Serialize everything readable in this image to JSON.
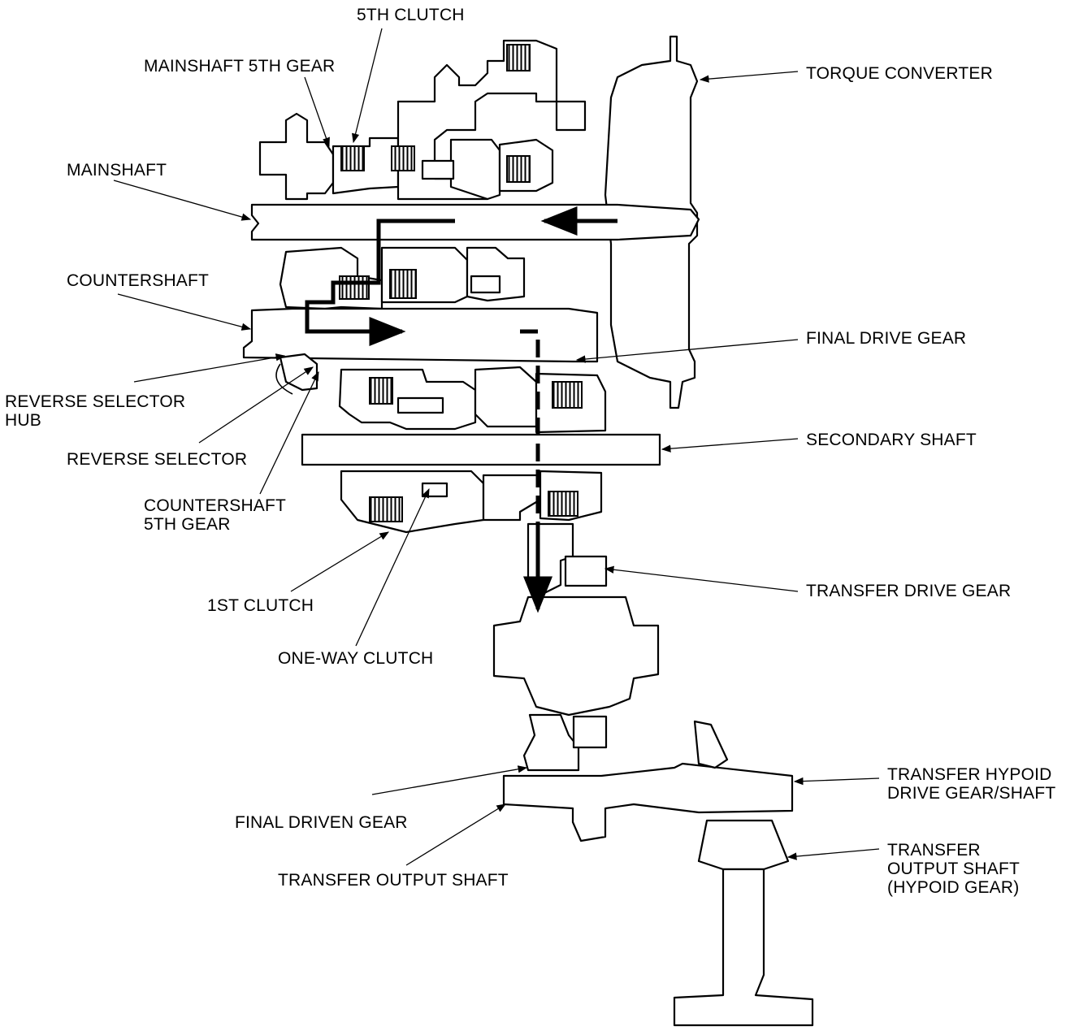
{
  "labels": {
    "fifth_clutch": "5TH CLUTCH",
    "mainshaft_5th_gear": "MAINSHAFT 5TH GEAR",
    "torque_converter": "TORQUE CONVERTER",
    "mainshaft": "MAINSHAFT",
    "countershaft": "COUNTERSHAFT",
    "final_drive_gear": "FINAL DRIVE GEAR",
    "reverse_selector_hub": "REVERSE SELECTOR\nHUB",
    "secondary_shaft": "SECONDARY SHAFT",
    "reverse_selector": "REVERSE SELECTOR",
    "countershaft_5th_gear": "COUNTERSHAFT\n5TH GEAR",
    "transfer_drive_gear": "TRANSFER DRIVE GEAR",
    "first_clutch": "1ST CLUTCH",
    "one_way_clutch": "ONE-WAY CLUTCH",
    "transfer_hypoid_drive_gear_shaft": "TRANSFER HYPOID\nDRIVE GEAR/SHAFT",
    "final_driven_gear": "FINAL DRIVEN GEAR",
    "transfer_output_shaft_hypoid_gear": "TRANSFER\nOUTPUT SHAFT\n(HYPOID GEAR)",
    "transfer_output_shaft": "TRANSFER OUTPUT SHAFT"
  },
  "colors": {
    "line": "#000000",
    "background": "#ffffff"
  }
}
